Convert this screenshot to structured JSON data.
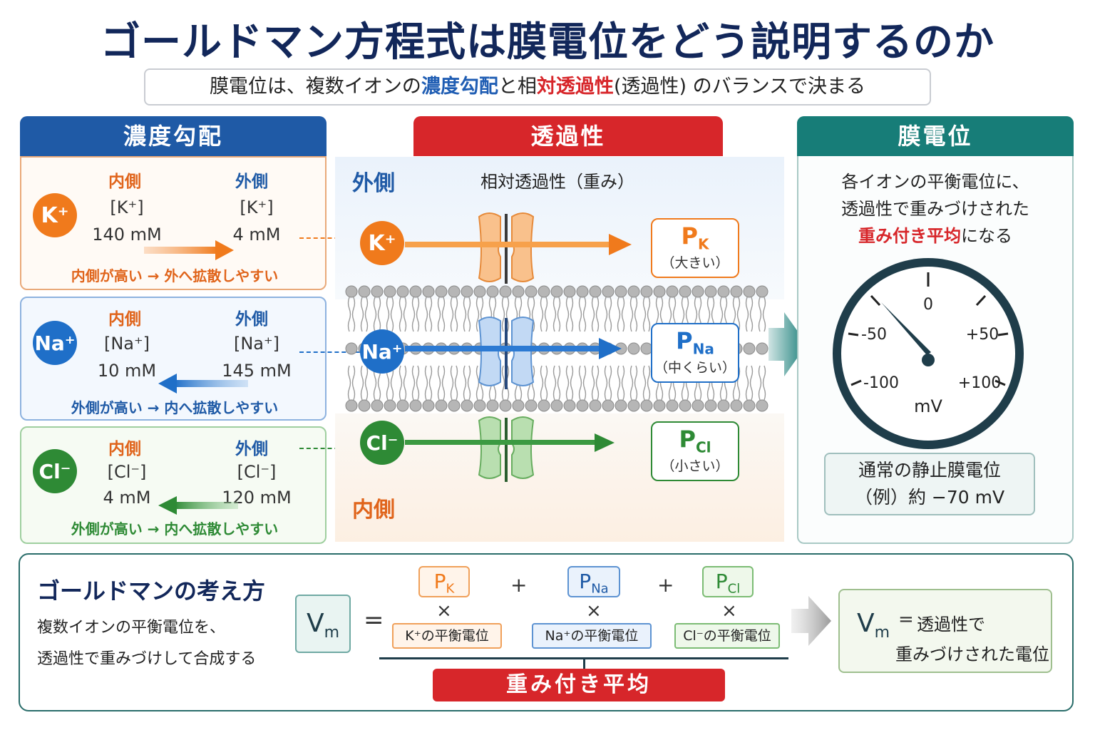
{
  "title": "ゴールドマン方程式は膜電位をどう説明するのか",
  "subtitle": {
    "pre": "膜電位は、複数イオンの",
    "concentration": "濃度勾配",
    "mid": "と相",
    "permeability": "対透過性",
    "post": "(透過性) のバランスで決まる"
  },
  "left_panel": {
    "header": "濃度勾配",
    "ions": [
      {
        "symbol": "K⁺",
        "inside_label": "内側",
        "outside_label": "外側",
        "inside_ion": "[K⁺]",
        "outside_ion": "[K⁺]",
        "inside_value": "140 mM",
        "outside_value": "4 mM",
        "note": "内側が高い → 外へ拡散しやすい",
        "color": "#f07a1c"
      },
      {
        "symbol": "Na⁺",
        "inside_label": "内側",
        "outside_label": "外側",
        "inside_ion": "[Na⁺]",
        "outside_ion": "[Na⁺]",
        "inside_value": "10 mM",
        "outside_value": "145 mM",
        "note": "外側が高い → 内へ拡散しやすい",
        "color": "#1f6fc8"
      },
      {
        "symbol": "Cl⁻",
        "inside_label": "内側",
        "outside_label": "外側",
        "inside_ion": "[Cl⁻]",
        "outside_ion": "[Cl⁻]",
        "inside_value": "4 mM",
        "outside_value": "120 mM",
        "note": "外側が高い → 内へ拡散しやすい",
        "color": "#2e8a35"
      }
    ]
  },
  "middle_panel": {
    "header": "透過性",
    "outside_label": "外側",
    "inside_label": "内側",
    "weight_label": "相対透過性（重み）",
    "permeabilities": [
      {
        "p": "P",
        "sub": "K",
        "desc": "（大きい）"
      },
      {
        "p": "P",
        "sub": "Na",
        "desc": "（中くらい）"
      },
      {
        "p": "P",
        "sub": "Cl",
        "desc": "（小さい）"
      }
    ]
  },
  "right_panel": {
    "header": "膜電位",
    "desc_line1": "各イオンの平衡電位に、",
    "desc_line2": "透過性で重みづけされた",
    "desc_highlight": "重み付き平均",
    "desc_line3_post": "になる",
    "gauge": {
      "unit": "mV",
      "ticks": [
        "0",
        "-50",
        "+50",
        "-100",
        "+100"
      ],
      "needle_value": -70
    },
    "resting_line1": "通常の静止膜電位",
    "resting_line2": "（例）約 −70 mV"
  },
  "bottom": {
    "heading": "ゴールドマンの考え方",
    "desc_line1": "複数イオンの平衡電位を、",
    "desc_line2": "透過性で重みづけして合成する",
    "vm": "V",
    "vm_sub": "m",
    "equals": "=",
    "plus": "+",
    "times": "×",
    "terms": [
      {
        "p": "P",
        "sub": "K",
        "eq": "K⁺の平衡電位"
      },
      {
        "p": "P",
        "sub": "Na",
        "eq": "Na⁺の平衡電位"
      },
      {
        "p": "P",
        "sub": "Cl",
        "eq": "Cl⁻の平衡電位"
      }
    ],
    "weighted_avg": "重み付き平均",
    "result_eq": "=",
    "result_line1": "透過性で",
    "result_line2": "重みづけされた電位"
  },
  "colors": {
    "navy": "#12275a",
    "blue_header": "#1f5aa6",
    "red_header": "#d7262a",
    "teal_header": "#177d78",
    "potassium": "#f07a1c",
    "sodium": "#1f6fc8",
    "chloride": "#2e8a35"
  }
}
